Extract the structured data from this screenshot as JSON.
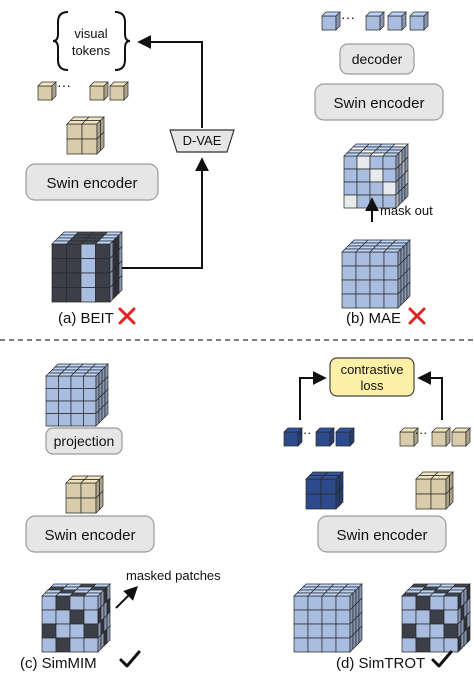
{
  "beit": {
    "tokens_top": "visual",
    "tokens_bottom": "tokens",
    "dots": "···",
    "encoder": "Swin encoder",
    "dvae": "D-VAE",
    "caption": "(a) BEIT"
  },
  "mae": {
    "dots": "···",
    "decoder": "decoder",
    "encoder": "Swin encoder",
    "mask_label": "mask out",
    "caption": "(b) MAE"
  },
  "simmim": {
    "projection": "projection",
    "encoder": "Swin encoder",
    "masked_label": "masked patches",
    "caption": "(c) SimMIM"
  },
  "simtrot": {
    "loss_top": "contrastive",
    "loss_bottom": "loss",
    "dots_left": "···",
    "dots_right": "···",
    "encoder": "Swin encoder",
    "caption": "(d) SimTROT"
  },
  "colors": {
    "beige": "#d8ccaa",
    "light_blue": "#a9bde0",
    "dark_blue": "#2d4b8c",
    "dark_gray": "#3c3f47",
    "loss_fill": "#fff0a8",
    "cross": "#e02424",
    "check": "#111111"
  },
  "icons": {
    "cross": "red-cross-icon",
    "check": "check-mark-icon"
  }
}
